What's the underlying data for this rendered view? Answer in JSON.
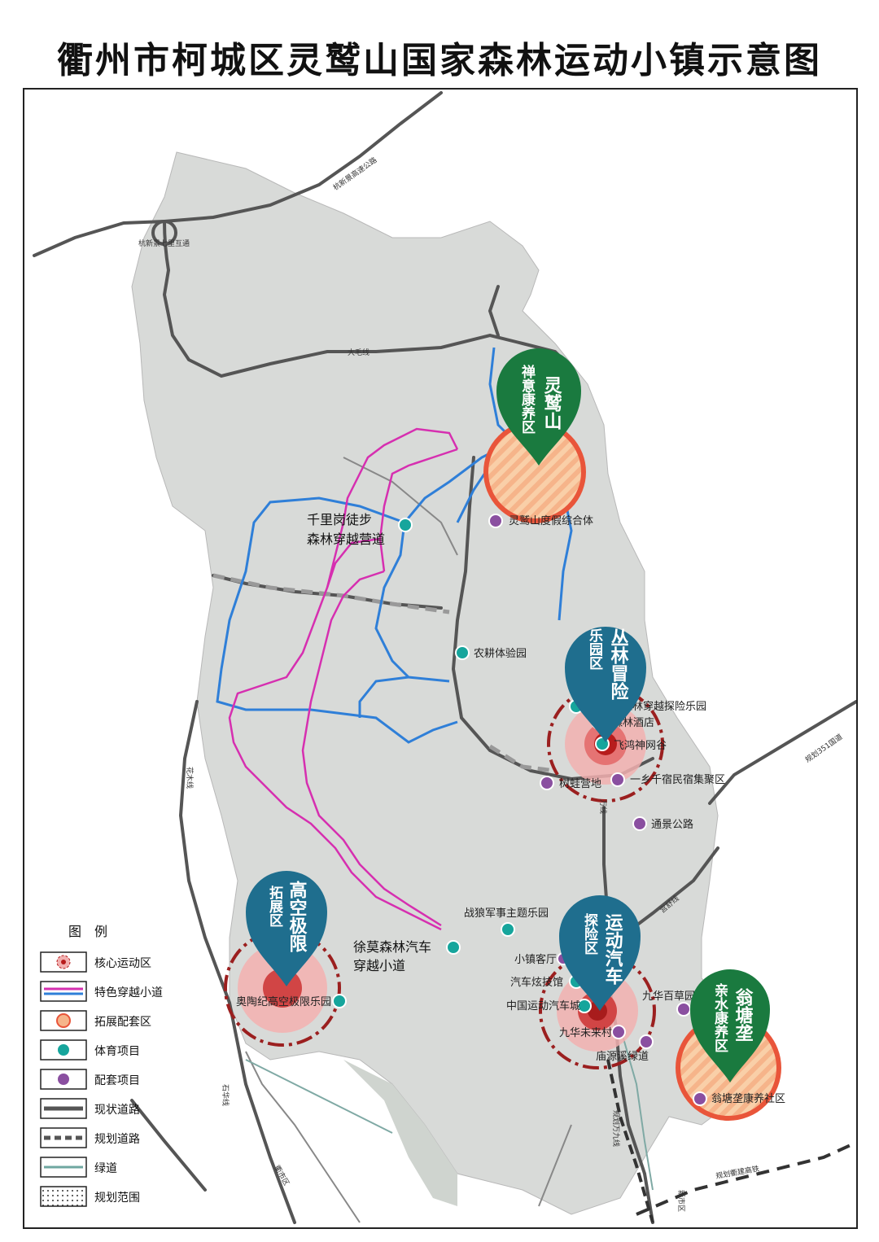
{
  "title": "衢州市柯城区灵鹫山国家森林运动小镇示意图",
  "zones": {
    "lingjiu": {
      "name": "灵鹫山",
      "sub": "禅意康养区"
    },
    "conglin": {
      "name": "丛林冒险",
      "sub": "乐园区"
    },
    "gaokong": {
      "name": "高空极限",
      "sub": "拓展区"
    },
    "yundong": {
      "name": "运动汽车",
      "sub": "探险区"
    },
    "wengtang": {
      "name": "翁塘垄",
      "sub": "亲水康养区"
    }
  },
  "places": {
    "qianligang": [
      "千里岗徒步",
      "森林穿越营道"
    ],
    "nonggeng": "农耕体验园",
    "lingjiu_resort": "灵鹫山度假综合体",
    "senlin_park": "森林穿越探险乐园",
    "senlin_hotel": "森林酒店",
    "feihong": "飞鸿神网谷",
    "shuwa": "树蛙营地",
    "yixiang": "一乡千宿民宿集聚区",
    "tongjing": "通景公路",
    "zhanlang": "战狼军事主题乐园",
    "xumo": [
      "徐莫森林汽车",
      "穿越小道"
    ],
    "aotaoji": "奥陶纪高空极限乐园",
    "xiaozhen": "小镇客厅",
    "qiche_xuanji": "汽车炫技馆",
    "zhongguo_qiche": "中国运动汽车城",
    "jiuhua_weilai": "九华未来村",
    "miaoyuan": "庙源溪绿道",
    "jiuhua_baicao": "九华百草园",
    "wengtang_comm": "翁塘垄康养社区"
  },
  "road_labels": {
    "hangxinjing": "杭新景高速公路",
    "hangxinjing_ic": "杭新景七里互通",
    "damao": "大毛线",
    "huamu": "花木线",
    "shijiuhua": "石华线",
    "guihua_351": "规划351国道",
    "gongshu": "宫舒线",
    "guihua_railway": "规划衢建高铁",
    "guihua_wan_jiu": "规划万九线",
    "wanxian": "万线",
    "xinshi": "新市区",
    "quanshi": "衢市区"
  },
  "legend": {
    "title": "图　例",
    "items": [
      {
        "key": "core",
        "label": "核心运动区"
      },
      {
        "key": "trail",
        "label": "特色穿越小道"
      },
      {
        "key": "expansion",
        "label": "拓展配套区"
      },
      {
        "key": "sport",
        "label": "体育项目"
      },
      {
        "key": "support",
        "label": "配套项目"
      },
      {
        "key": "road_now",
        "label": "现状道路"
      },
      {
        "key": "road_plan",
        "label": "规划道路"
      },
      {
        "key": "greenway",
        "label": "绿道"
      },
      {
        "key": "boundary",
        "label": "规划范围"
      }
    ]
  },
  "colors": {
    "land": "#dadcda",
    "green_pin": "#1a7a3f",
    "blue_pin": "#1f6e8e",
    "trail_blue": "#2f7fd8",
    "trail_magenta": "#d62fb0",
    "sport_dot": "#16a59c",
    "support_dot": "#8a4fa0",
    "core_red": "#c53030",
    "expansion_orange": "#e9553a"
  }
}
